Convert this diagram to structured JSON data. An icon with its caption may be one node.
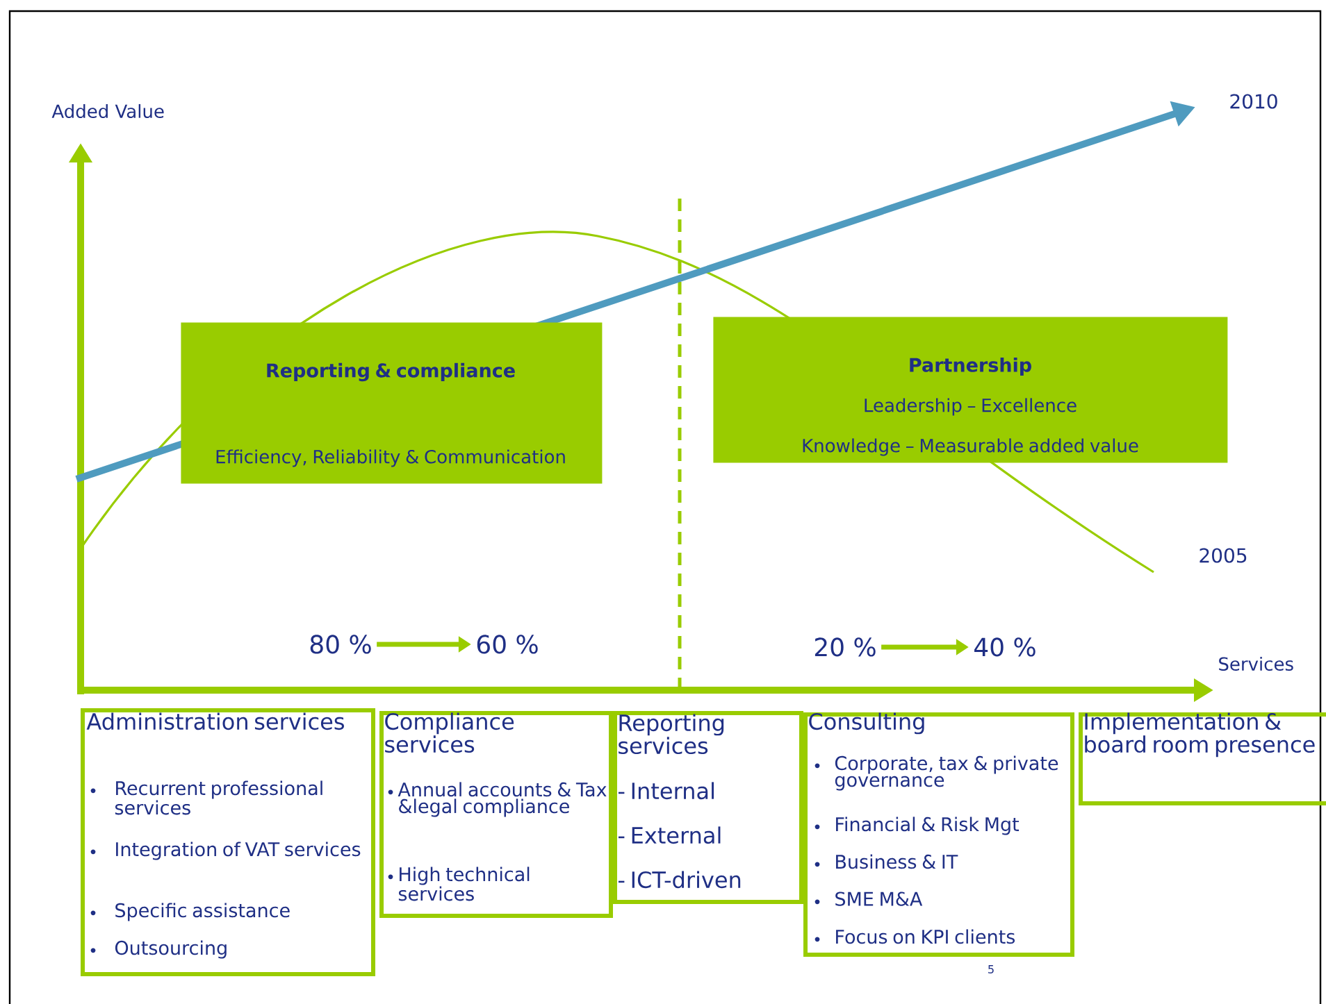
{
  "diagram": {
    "nodes": [
      {
        "text": [
          "Reporting & compliance",
          "Efficiency, Reliability & Communication"
        ]
      },
      {
        "text": [
          "Partnership",
          "Leadership – Excellence",
          "Knowledge – Measurable added value"
        ]
      },
      {
        "text": [
          "80 %"
        ]
      },
      {
        "text": [
          "60 %"
        ]
      },
      {
        "text": [
          "20 %"
        ]
      },
      {
        "text": [
          "40 %"
        ]
      },
      {
        "text": [
          "Administration services",
          "Recurrent professional services",
          "Integration of VAT services",
          "Specific assistance",
          "Outsourcing"
        ]
      },
      {
        "text": [
          "Compliance services",
          "Annual accounts & Tax &legal compliance",
          "High technical services"
        ]
      },
      {
        "text": [
          "Reporting services",
          "- Internal",
          "- External",
          "- ICT-driven"
        ]
      },
      {
        "text": [
          "Consulting",
          "Corporate, tax & private governance",
          "Financial & Risk Mgt",
          "Business & IT",
          "SME M&A",
          "Focus on KPI clients"
        ]
      },
      {
        "text": [
          "Implementation & board room presence"
        ]
      }
    ],
    "edges": [
      {
        "from": 2,
        "to": 3,
        "arrow": "to"
      },
      {
        "from": 4,
        "to": 5,
        "arrow": "to"
      }
    ],
    "labels": [
      "Added Value",
      "2010",
      "2005",
      "Services",
      "5"
    ]
  }
}
